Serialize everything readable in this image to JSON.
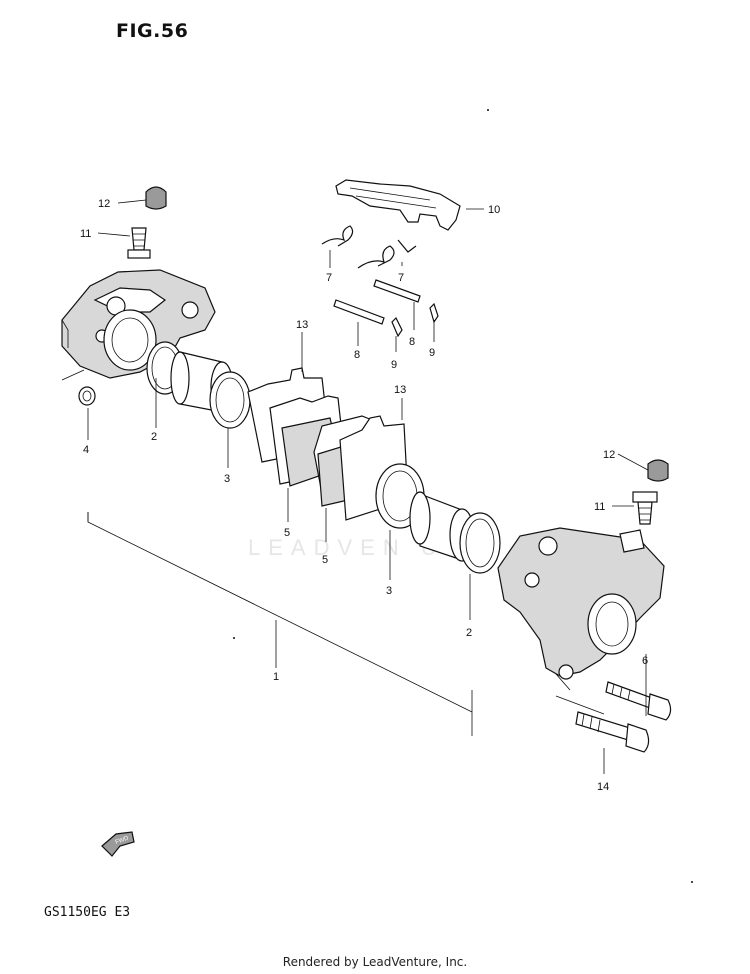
{
  "figure_title": "FIG.56",
  "model_code": "GS1150EG  E3",
  "footer": "Rendered by LeadVenture, Inc.",
  "watermark": "LEADVEN   URE",
  "fwd_label": "FWD",
  "callouts": {
    "c1": "1",
    "c2a": "2",
    "c2b": "2",
    "c3a": "3",
    "c3b": "3",
    "c4": "4",
    "c5a": "5",
    "c5b": "5",
    "c6": "6",
    "c7a": "7",
    "c7b": "7",
    "c8a": "8",
    "c8b": "8",
    "c9a": "9",
    "c9b": "9",
    "c10": "10",
    "c11a": "11",
    "c11b": "11",
    "c12a": "12",
    "c12b": "12",
    "c13a": "13",
    "c13b": "13",
    "c14": "14"
  }
}
